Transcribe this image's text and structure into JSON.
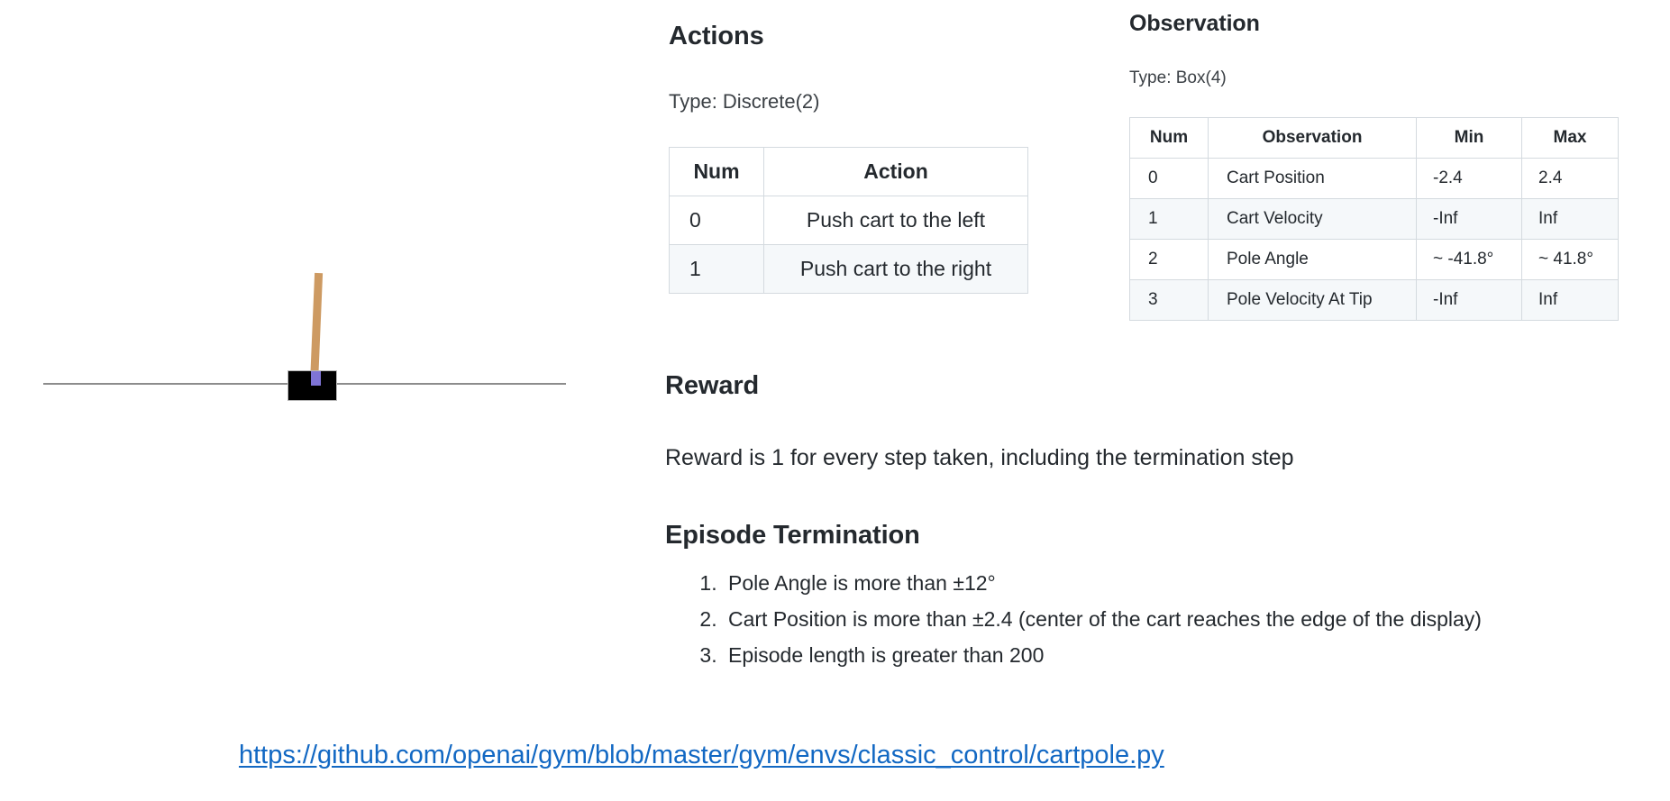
{
  "figure": {
    "name": "cartpole-environment-illustration",
    "cart_color": "#000000",
    "pole_color": "#cd9a62",
    "axle_color": "#7f74d6",
    "ground_color": "#8c8c8c"
  },
  "actions": {
    "heading": "Actions",
    "type_line": "Type: Discrete(2)",
    "table": {
      "headers": [
        "Num",
        "Action"
      ],
      "rows": [
        {
          "num": "0",
          "action": "Push cart to the left"
        },
        {
          "num": "1",
          "action": "Push cart to the right"
        }
      ]
    }
  },
  "observation": {
    "heading": "Observation",
    "type_line": "Type: Box(4)",
    "table": {
      "headers": [
        "Num",
        "Observation",
        "Min",
        "Max"
      ],
      "rows": [
        {
          "num": "0",
          "observation": "Cart Position",
          "min": "-2.4",
          "max": "2.4"
        },
        {
          "num": "1",
          "observation": "Cart Velocity",
          "min": "-Inf",
          "max": "Inf"
        },
        {
          "num": "2",
          "observation": "Pole Angle",
          "min": "~ -41.8°",
          "max": "~ 41.8°"
        },
        {
          "num": "3",
          "observation": "Pole Velocity At Tip",
          "min": "-Inf",
          "max": "Inf"
        }
      ]
    }
  },
  "reward": {
    "heading": "Reward",
    "body": "Reward is 1 for every step taken, including the termination step"
  },
  "termination": {
    "heading": "Episode Termination",
    "items": [
      "Pole Angle is more than ±12°",
      "Cart Position is more than ±2.4 (center of the cart reaches the edge of the display)",
      "Episode length is greater than 200"
    ]
  },
  "footer": {
    "link_text": "https://github.com/openai/gym/blob/master/gym/envs/classic_control/cartpole.py",
    "link_color": "#1268c3"
  }
}
